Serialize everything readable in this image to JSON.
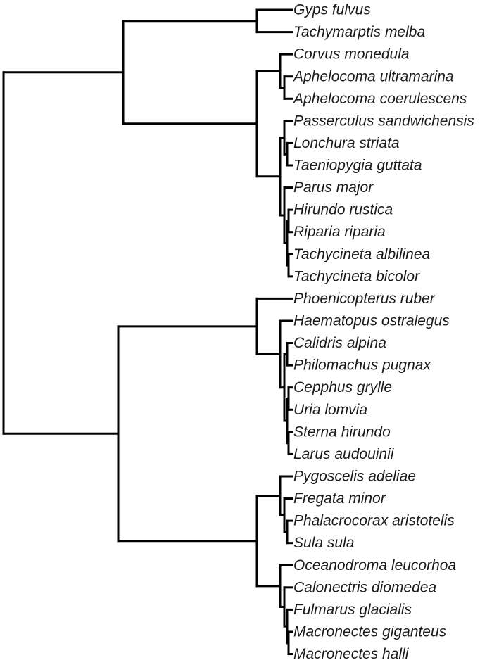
{
  "tree": {
    "children": [
      {
        "children": [
          {
            "children": [
              {
                "name": "Gyps fulvus"
              },
              {
                "name": "Tachymarptis melba"
              }
            ]
          },
          {
            "children": [
              {
                "children": [
                  {
                    "name": "Corvus monedula"
                  },
                  {
                    "children": [
                      {
                        "name": "Aphelocoma ultramarina"
                      },
                      {
                        "name": "Aphelocoma coerulescens"
                      }
                    ]
                  }
                ]
              },
              {
                "children": [
                  {
                    "children": [
                      {
                        "name": "Passerculus sandwichensis"
                      },
                      {
                        "children": [
                          {
                            "name": "Lonchura striata"
                          },
                          {
                            "name": "Taeniopygia guttata"
                          }
                        ]
                      }
                    ]
                  },
                  {
                    "children": [
                      {
                        "name": "Parus major"
                      },
                      {
                        "children": [
                          {
                            "children": [
                              {
                                "name": "Hirundo rustica"
                              },
                              {
                                "name": "Riparia riparia"
                              }
                            ]
                          },
                          {
                            "children": [
                              {
                                "name": "Tachycineta albilinea"
                              },
                              {
                                "name": "Tachycineta bicolor"
                              }
                            ]
                          }
                        ]
                      }
                    ]
                  }
                ]
              }
            ]
          }
        ]
      },
      {
        "children": [
          {
            "children": [
              {
                "name": "Phoenicopterus ruber"
              },
              {
                "children": [
                  {
                    "name": "Haematopus ostralegus"
                  },
                  {
                    "children": [
                      {
                        "children": [
                          {
                            "name": "Calidris alpina"
                          },
                          {
                            "name": "Philomachus pugnax"
                          }
                        ]
                      },
                      {
                        "children": [
                          {
                            "children": [
                              {
                                "name": "Cepphus grylle"
                              },
                              {
                                "name": "Uria lomvia"
                              }
                            ]
                          },
                          {
                            "children": [
                              {
                                "name": "Sterna hirundo"
                              },
                              {
                                "name": "Larus audouinii"
                              }
                            ]
                          }
                        ]
                      }
                    ]
                  }
                ]
              }
            ]
          },
          {
            "children": [
              {
                "children": [
                  {
                    "name": "Pygoscelis adeliae"
                  },
                  {
                    "children": [
                      {
                        "name": "Fregata minor"
                      },
                      {
                        "children": [
                          {
                            "name": "Phalacrocorax aristotelis"
                          },
                          {
                            "name": "Sula sula"
                          }
                        ]
                      }
                    ]
                  }
                ]
              },
              {
                "children": [
                  {
                    "name": "Oceanodroma leucorhoa"
                  },
                  {
                    "children": [
                      {
                        "name": "Calonectris diomedea"
                      },
                      {
                        "children": [
                          {
                            "name": "Fulmarus glacialis"
                          },
                          {
                            "children": [
                              {
                                "name": "Macronectes giganteus"
                              },
                              {
                                "name": "Macronectes halli"
                              }
                            ]
                          }
                        ]
                      }
                    ]
                  }
                ]
              }
            ]
          }
        ]
      }
    ]
  }
}
